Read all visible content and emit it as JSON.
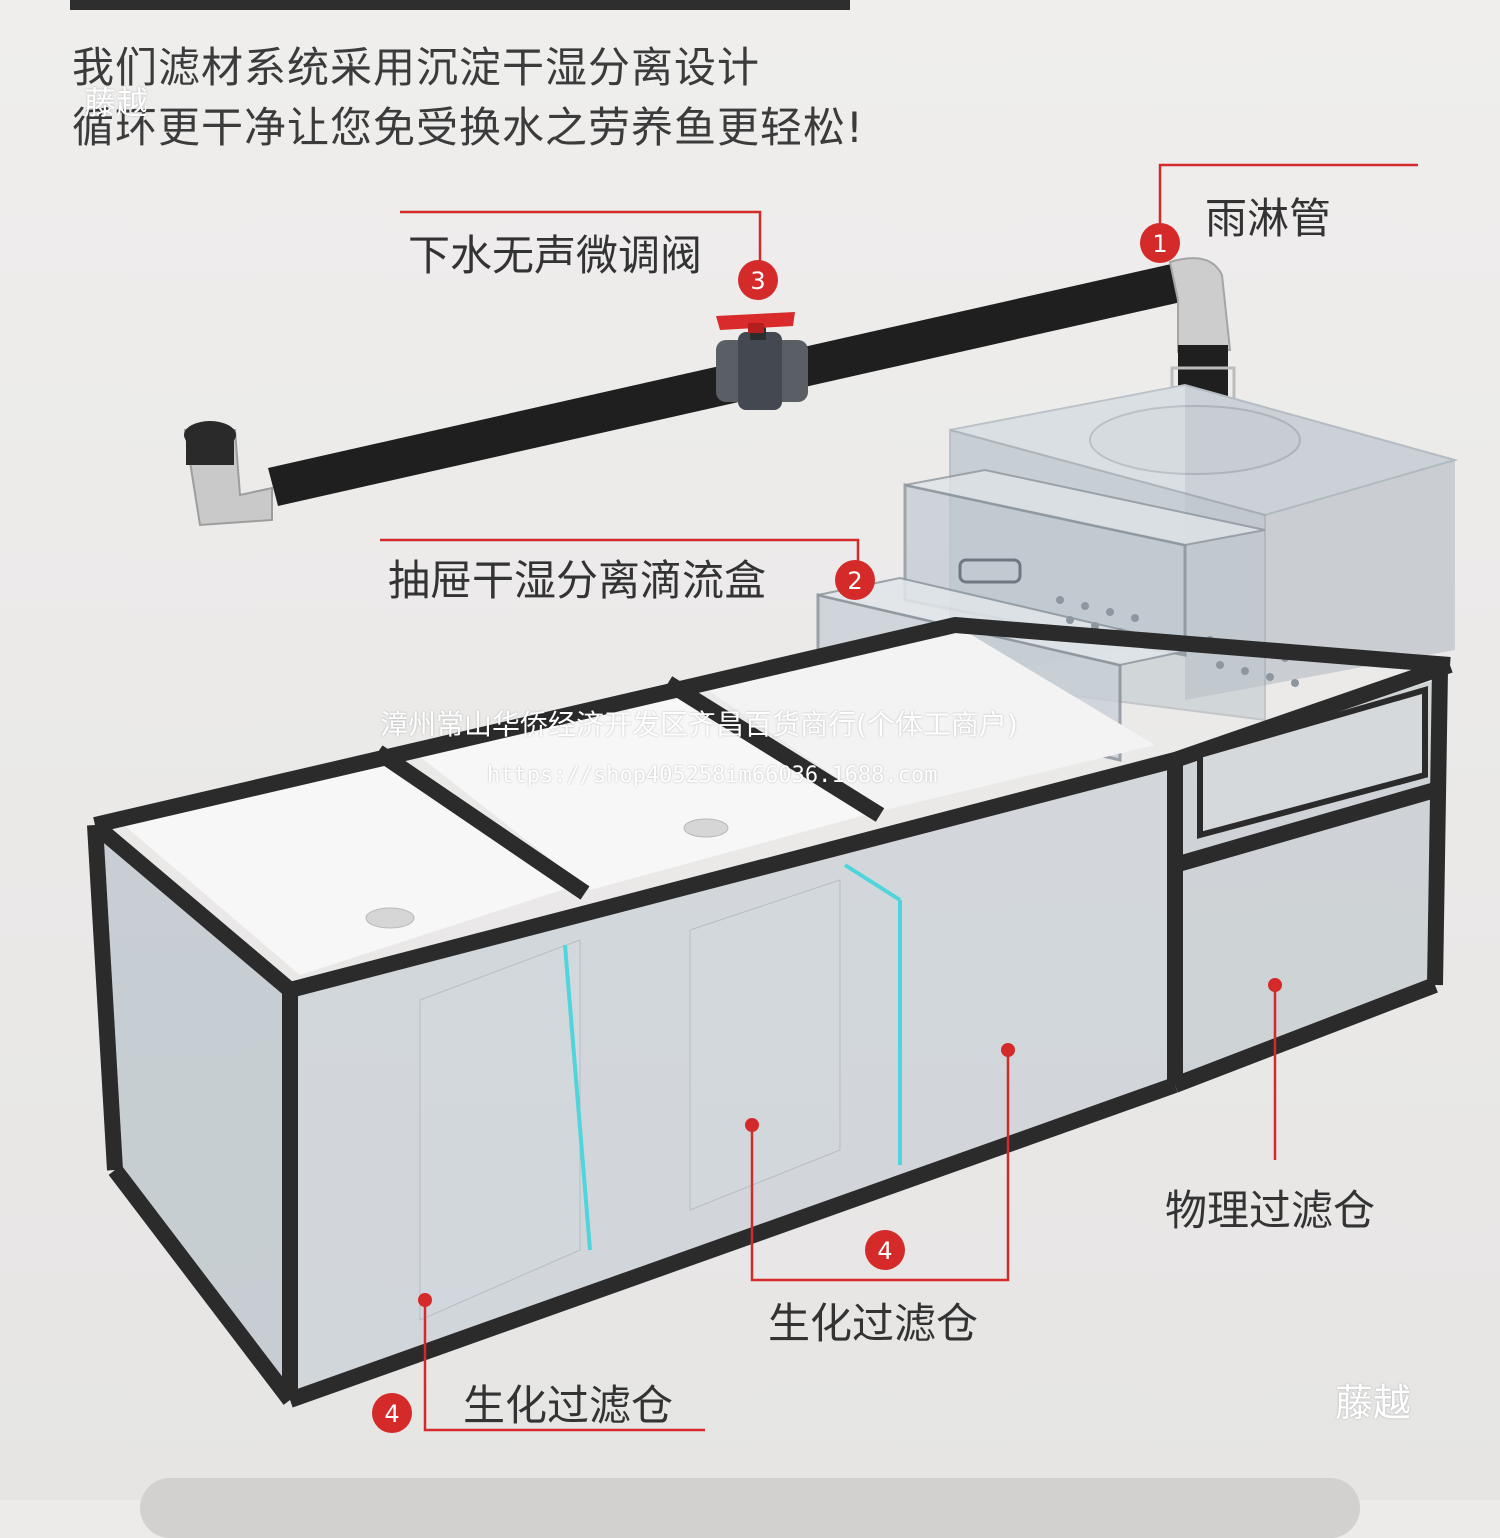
{
  "intro": {
    "line1": "我们滤材系统采用沉淀干湿分离设计",
    "line2": "循环更干净让您免受换水之劳养鱼更轻松!"
  },
  "callouts": [
    {
      "number": "1",
      "text": "雨淋管"
    },
    {
      "number": "2",
      "text": "抽屉干湿分离滴流盒"
    },
    {
      "number": "3",
      "text": "下水无声微调阀"
    },
    {
      "number": "4",
      "text": "生化过滤仓"
    },
    {
      "number": "4",
      "text": "生化过滤仓"
    },
    {
      "number": "",
      "text": "物理过滤仓"
    }
  ],
  "watermarks": {
    "brand_top": "藤越",
    "brand_bottom": "藤越",
    "shop_name": "漳州常山华侨经济开发区齐昌百货商行(个体工商户)",
    "shop_url": "https://shop405258im66036.1688.com"
  },
  "colors": {
    "accent_red": "#d42a2a",
    "frame": "#2b2b2b",
    "glass": "#b9c3cc",
    "teal_divider": "#4fd5db"
  }
}
